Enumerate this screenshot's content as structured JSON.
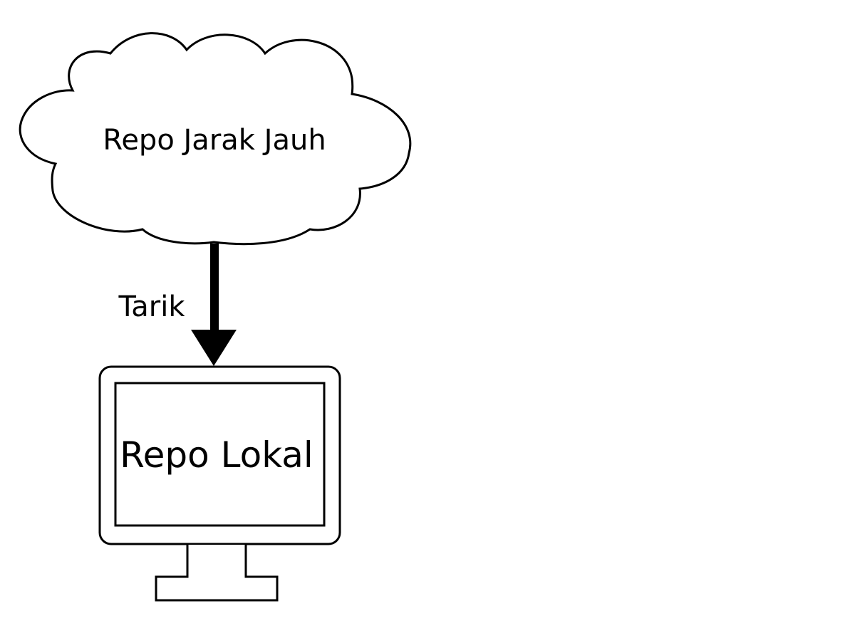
{
  "diagram": {
    "remote_repo_label": "Repo Jarak Jauh",
    "local_repo_label": "Repo Lokal",
    "arrow_label": "Tarik"
  },
  "colors": {
    "background": "#ffffff",
    "stroke": "#000000"
  },
  "icons": {
    "remote": "cloud-icon",
    "local": "monitor-icon",
    "connector": "arrow-down-icon"
  }
}
